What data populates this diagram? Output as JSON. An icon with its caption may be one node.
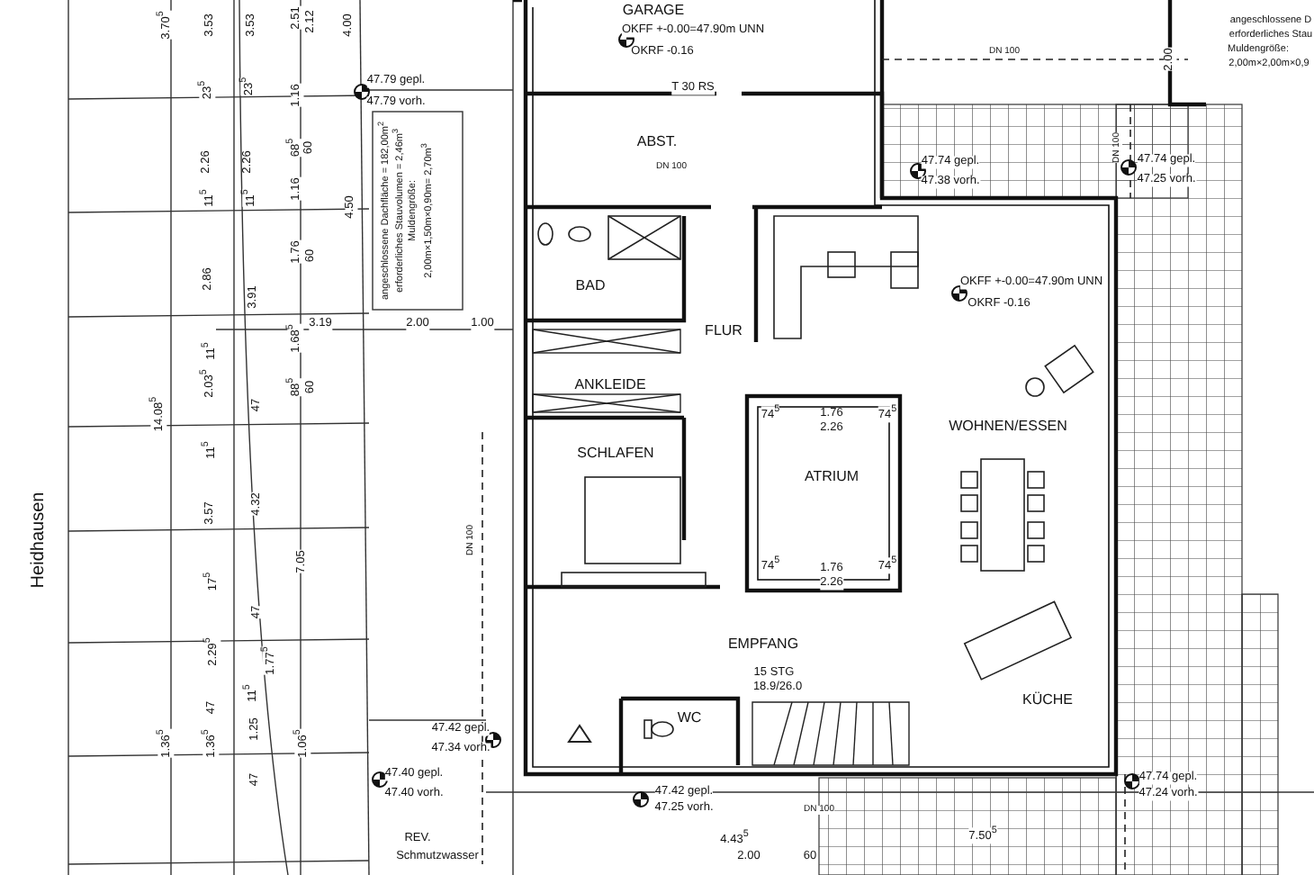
{
  "diagram": {
    "nodes": [
      {
        "text": [
          "GARAGE"
        ]
      },
      {
        "text": [
          "ABST."
        ]
      },
      {
        "text": [
          "BAD"
        ]
      },
      {
        "text": [
          "FLUR"
        ]
      },
      {
        "text": [
          "ANKLEIDE"
        ]
      },
      {
        "text": [
          "SCHLAFEN"
        ]
      },
      {
        "text": [
          "ATRIUM"
        ]
      },
      {
        "text": [
          "WOHNEN/ESSEN"
        ]
      },
      {
        "text": [
          "EMPFANG"
        ]
      },
      {
        "text": [
          "WC"
        ]
      },
      {
        "text": [
          "KÜCHE"
        ]
      }
    ],
    "labels": [
      "3.70$^{5}$",
      "3.53",
      "3.53",
      "2.51",
      "2.12",
      "4.00",
      "47.79 gepl.",
      "47.79 vorh.",
      "23$^{5}$",
      "23$^{5}$",
      "1.16",
      "angeschlossene Dachfläche = 182,00m$^{2}$",
      "erforderliches Stauvolumen = 2,46m$^{3}$",
      "Muldengröße:",
      "2,00m×1,50m×0,90m= 2,70m$^{3}$",
      "2.26",
      "2.26",
      "68$^{5}$",
      "60",
      "11$^{5}$",
      "11$^{5}$",
      "1.16",
      "4.50",
      "1.76",
      "60",
      "2.86",
      "3.91",
      "11$^{5}$",
      "1.68$^{5}$",
      "3.19",
      "2.00",
      "1.00",
      "2.03$^{5}$",
      "47",
      "88$^{5}$",
      "60",
      "14.08$^{5}$",
      "11$^{5}$",
      "Heidhausen",
      "3.57",
      "4.32",
      "DN 100",
      "7.05",
      "17$^{5}$",
      "47",
      "2.29$^{5}$",
      "1.77$^{5}$",
      "11$^{5}$",
      "47",
      "1.25",
      "47.42 gepl.",
      "47.34 vorh.",
      "1.36$^{5}$",
      "1.36$^{5}$",
      "1.06$^{5}$",
      "47",
      "47.40 gepl.",
      "47.40 vorh.",
      "REV.",
      "Schmutzwasser",
      "OKFF +-0.00=47.90m UNN",
      "OKRF -0.16",
      "T 30 RS",
      "DN 100",
      "DN 100",
      "2.00",
      "angeschlossene D",
      "erforderliches Stau",
      "Muldengröße:",
      "2,00m×2,00m×0,9",
      "DN 100",
      "47.74 gepl.",
      "47.38 vorh.",
      "47.74 gepl.",
      "47.25 vorh.",
      "OKFF +-0.00=47.90m UNN",
      "OKRF -0.16",
      "74$^{5}$",
      "1.76",
      "2.26",
      "74$^{5}$",
      "74$^{5}$",
      "1.76",
      "2.26",
      "74$^{5}$",
      "15 STG",
      "18.9/26.0",
      "47.42 gepl.",
      "47.25 vorh.",
      "DN 100",
      "4.43$^{5}$",
      "2.00",
      "60",
      "47.74 gepl.",
      "47.24 vorh.",
      "7.50$^{5}$"
    ]
  }
}
